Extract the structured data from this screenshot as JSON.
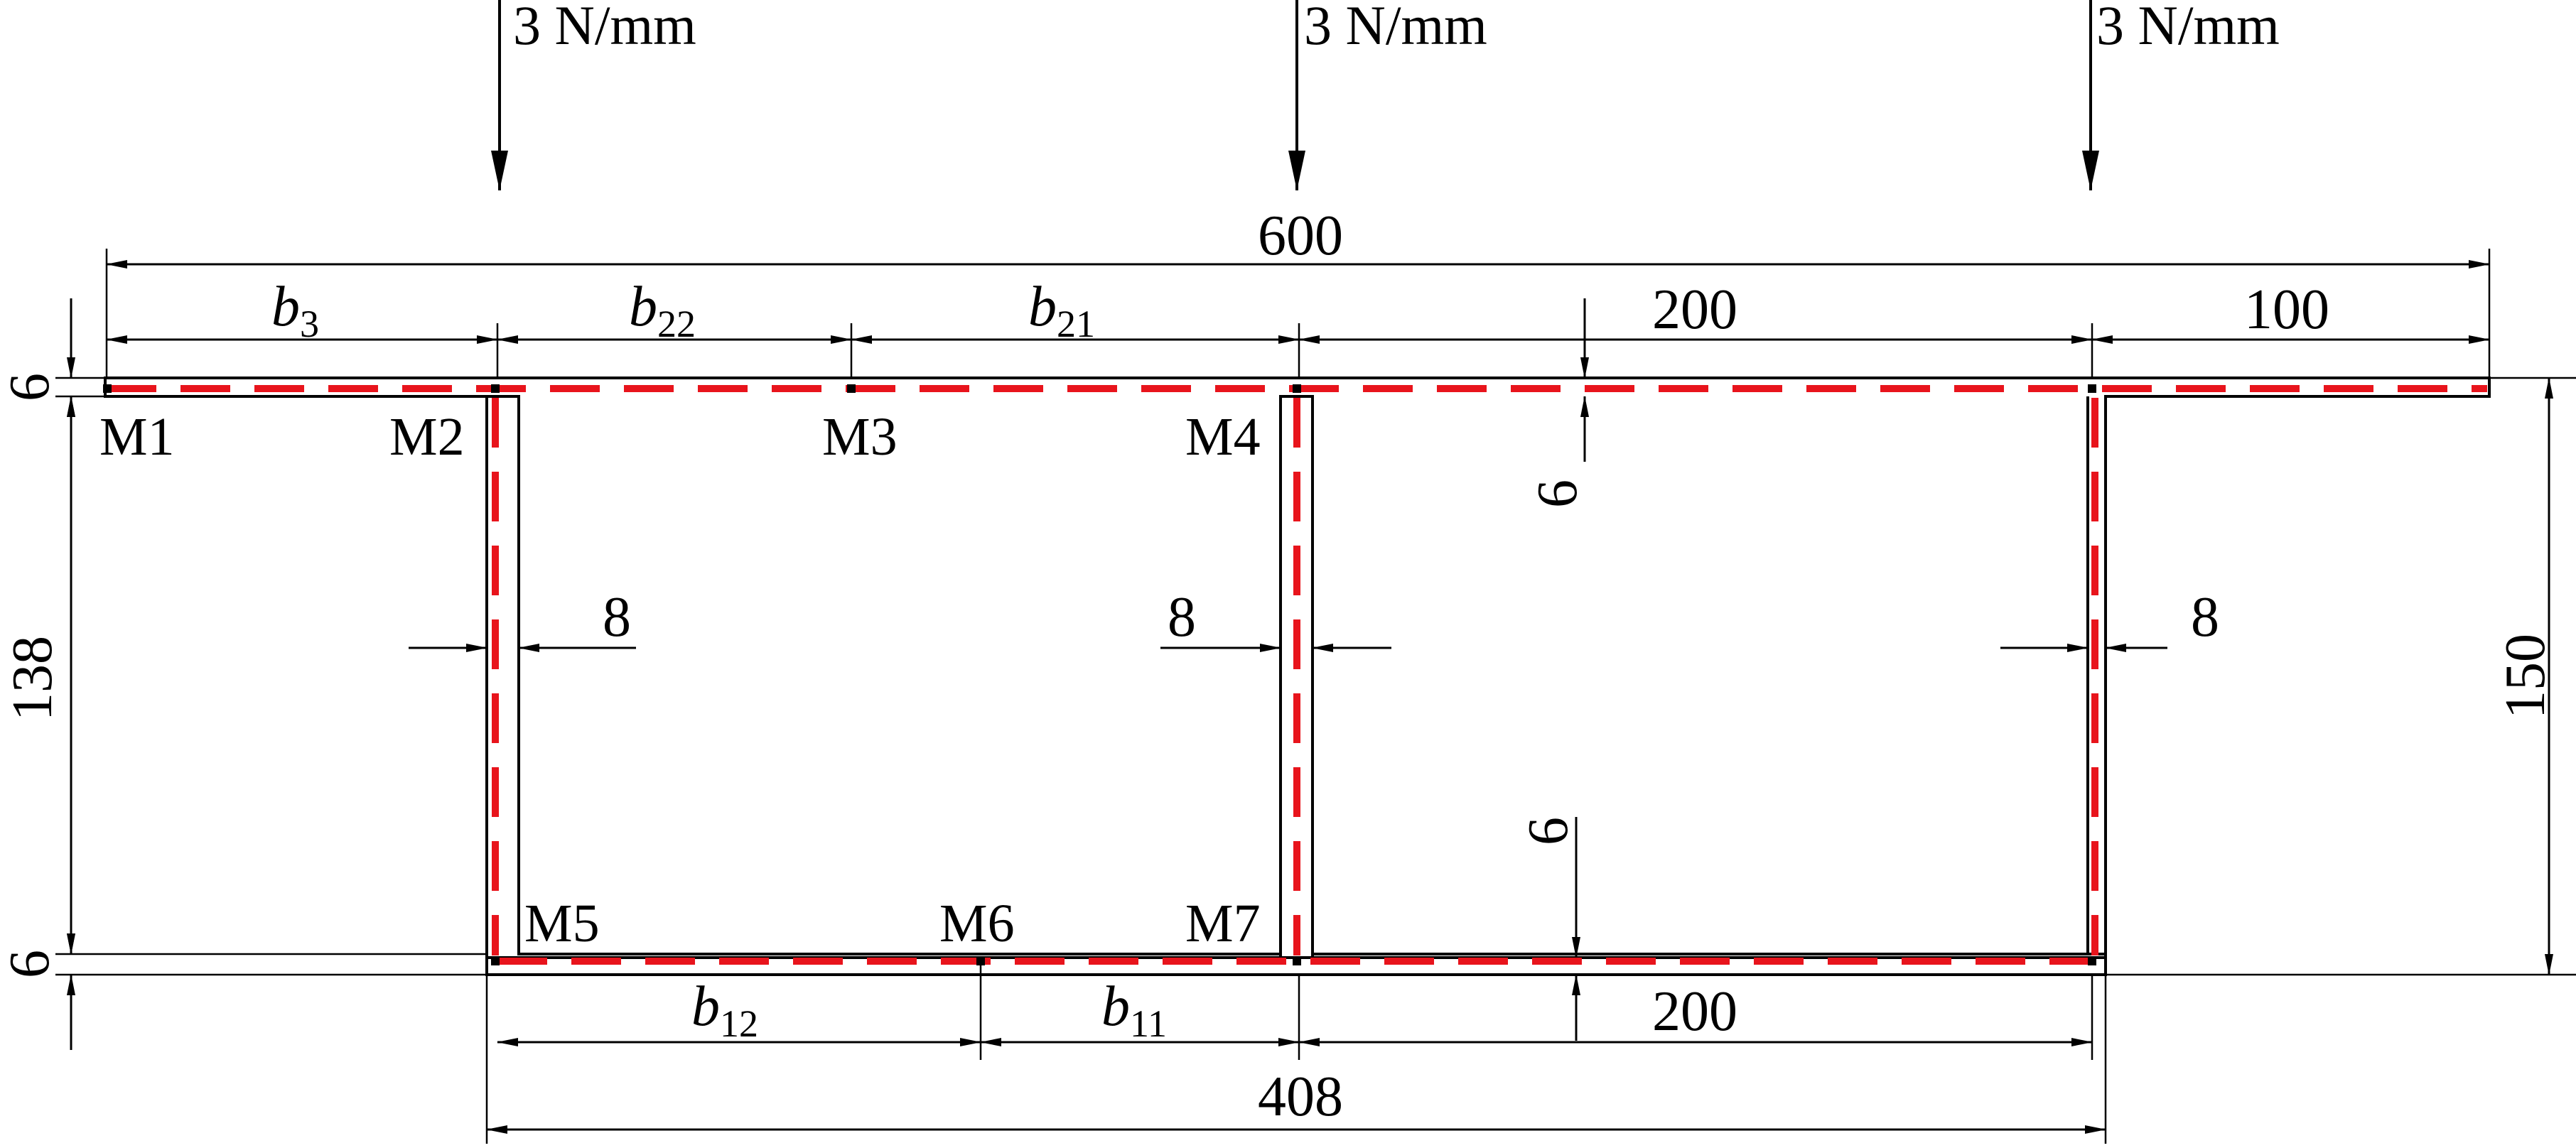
{
  "diagram": {
    "colors": {
      "centerline": "#e8141c",
      "line": "#000000"
    },
    "loads": [
      {
        "label": "3 N/mm"
      },
      {
        "label": "3 N/mm"
      },
      {
        "label": "3 N/mm"
      }
    ],
    "dimensions": {
      "overall_top": "600",
      "top_right_a": "200",
      "top_right_b": "100",
      "bottom_right": "200",
      "overall_bottom": "408",
      "web_left": "8",
      "web_mid": "8",
      "web_right": "8",
      "flange_right_top": "6",
      "flange_right_bottom": "6",
      "left_top": "6",
      "left_height": "138",
      "left_bottom": "6",
      "right_height": "150"
    },
    "symbols": {
      "b3": {
        "base": "b",
        "sub": "3"
      },
      "b22": {
        "base": "b",
        "sub": "22"
      },
      "b21": {
        "base": "b",
        "sub": "21"
      },
      "b12": {
        "base": "b",
        "sub": "12"
      },
      "b11": {
        "base": "b",
        "sub": "11"
      }
    },
    "points": [
      "M1",
      "M2",
      "M3",
      "M4",
      "M5",
      "M6",
      "M7"
    ]
  }
}
